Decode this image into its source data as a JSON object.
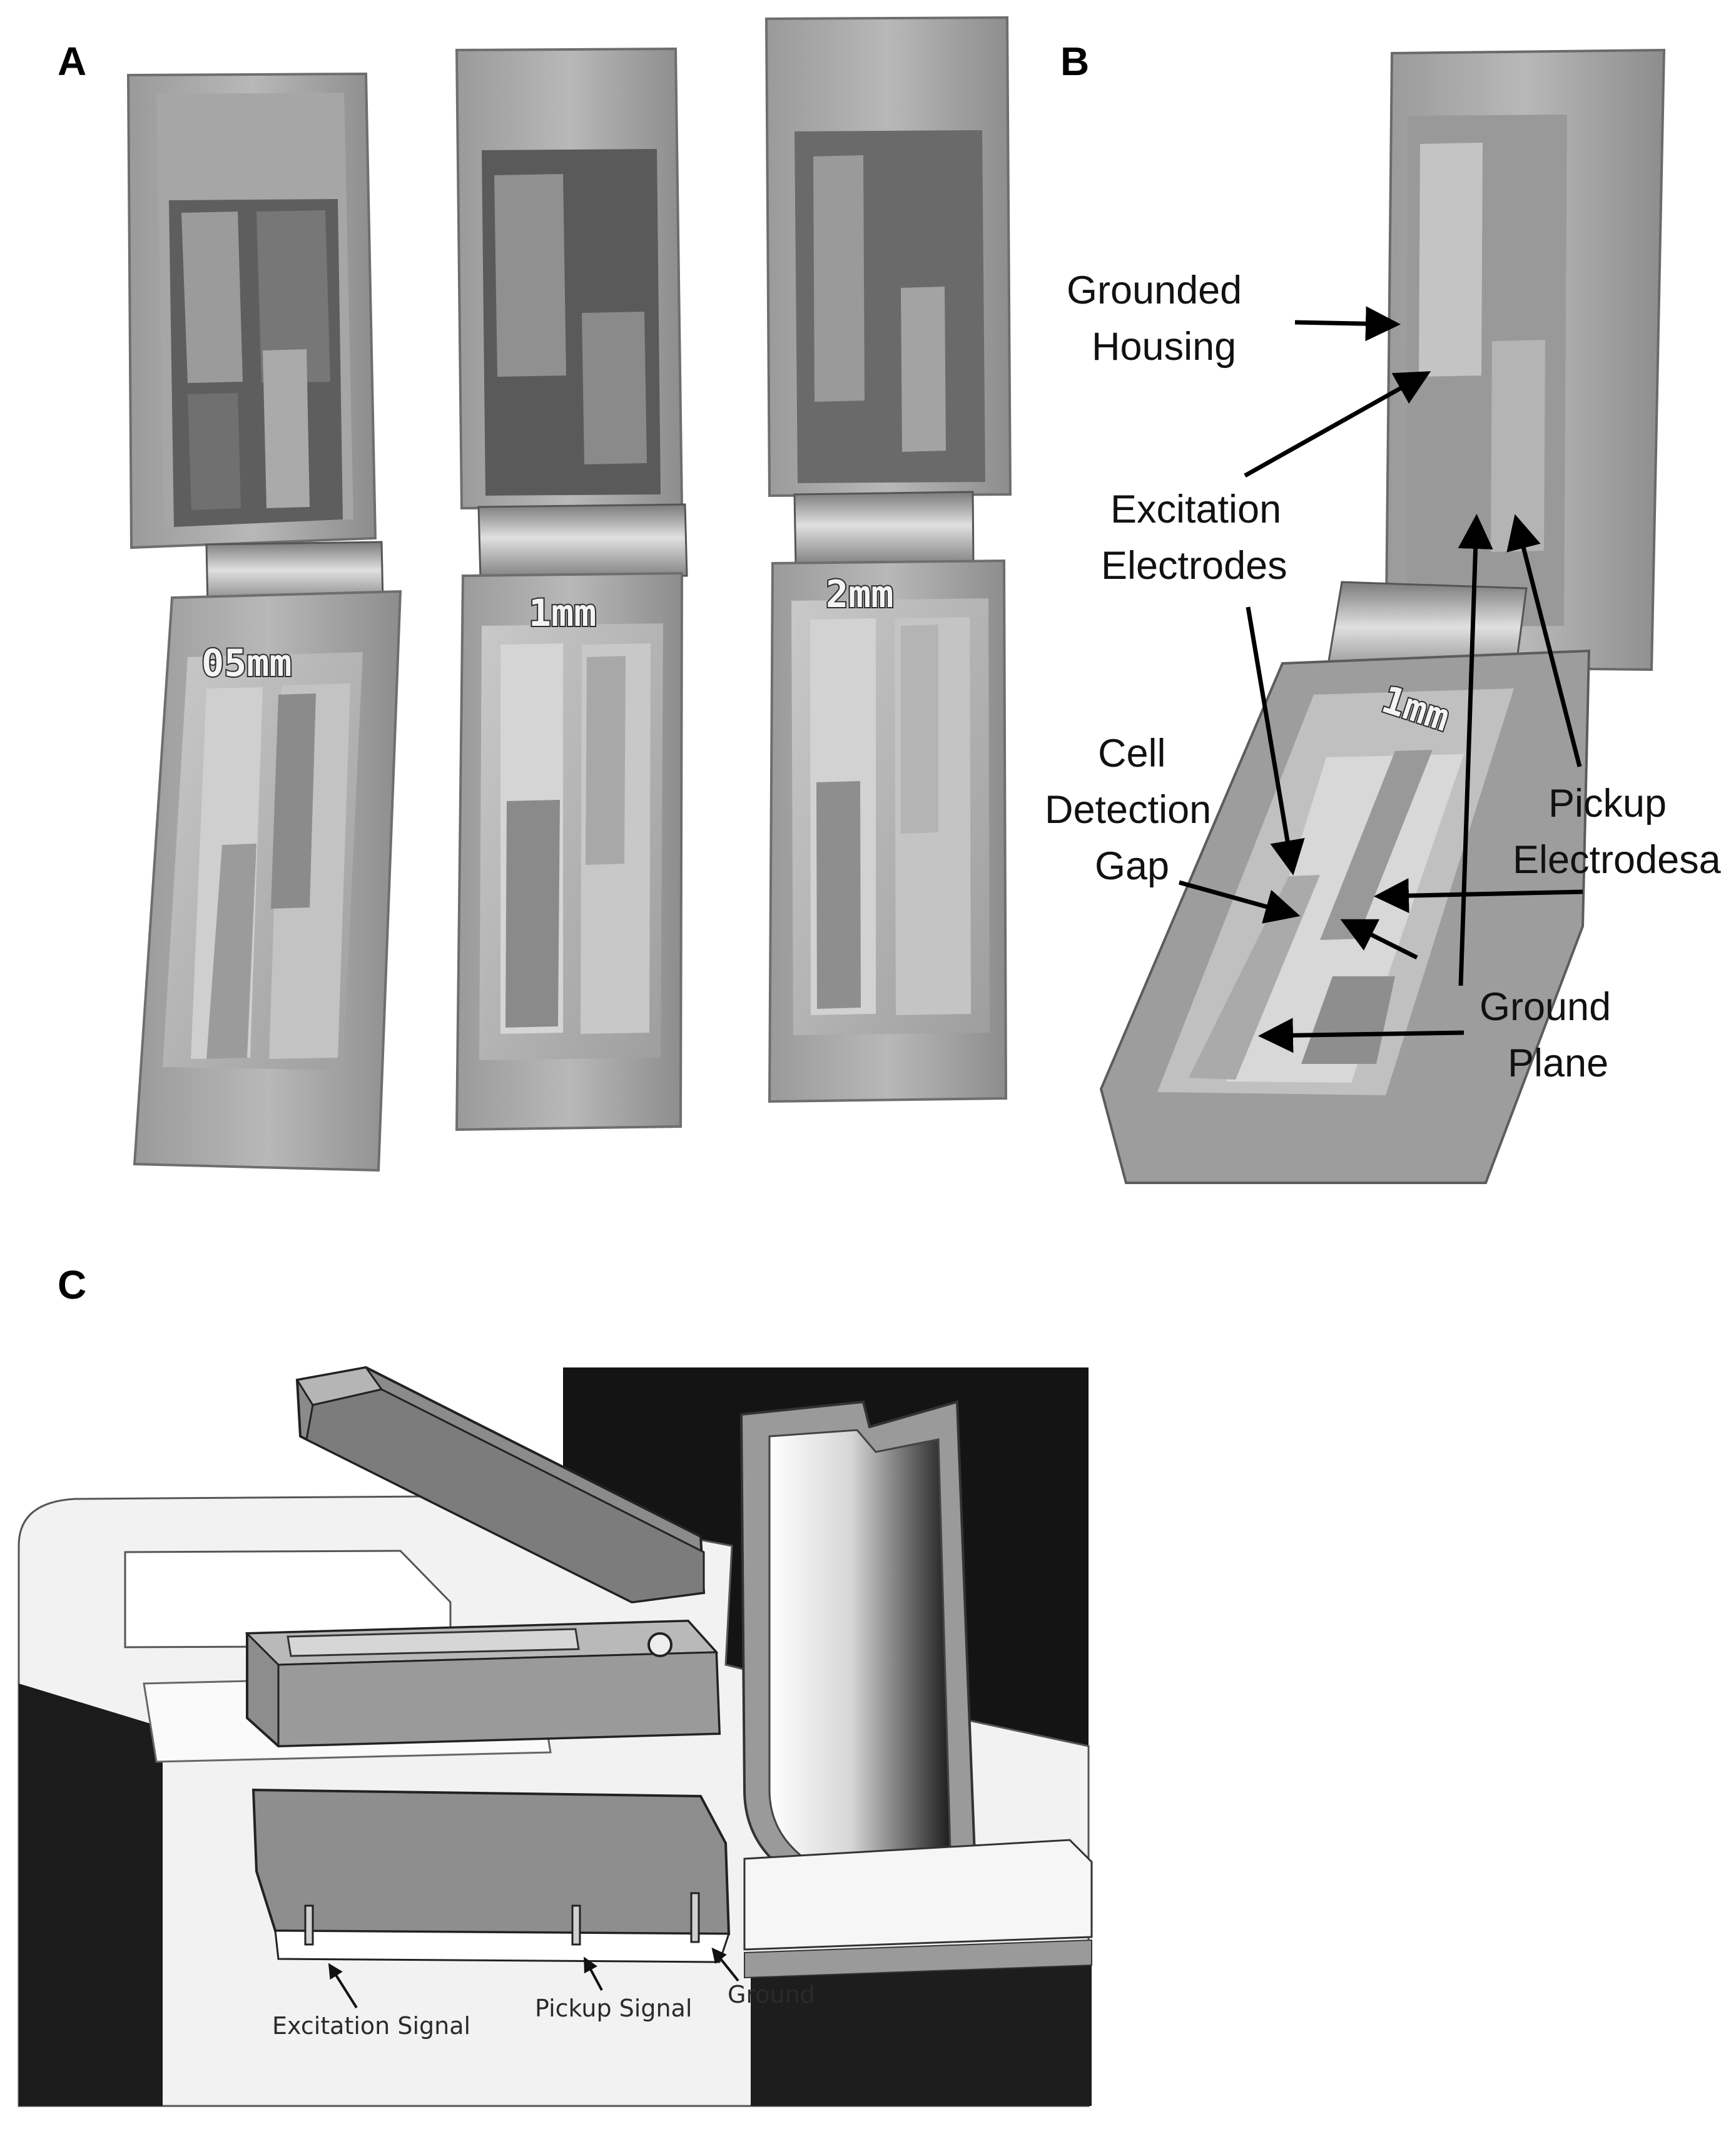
{
  "panels": {
    "a": {
      "letter": "A",
      "engravings": [
        "05mm",
        "1mm",
        "2mm"
      ]
    },
    "b": {
      "letter": "B",
      "engraving": "1mm",
      "labels": {
        "grounded_housing": [
          "Grounded",
          "Housing"
        ],
        "excitation_electrodes": [
          "Excitation",
          "Electrodes"
        ],
        "cell_detection_gap": [
          "Cell",
          "Detection",
          "Gap"
        ],
        "pickup_electrodes": [
          "Pickup",
          "Electrodesa"
        ],
        "ground_plane": [
          "Ground",
          "Plane"
        ]
      }
    },
    "c": {
      "letter": "C",
      "labels": {
        "excitation_signal": "Excitation Signal",
        "pickup_signal": "Pickup Signal",
        "ground": "Ground"
      }
    }
  },
  "colors": {
    "background": "#ffffff",
    "arrows": "#000000"
  }
}
